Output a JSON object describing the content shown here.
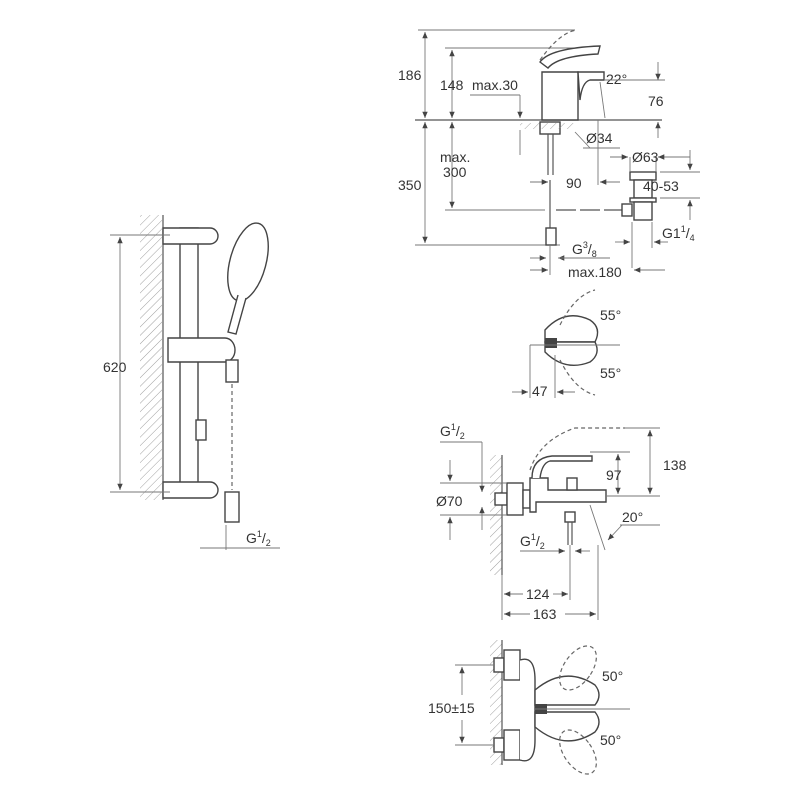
{
  "shower_set": {
    "height": "620",
    "connection": {
      "base": "G",
      "num": "1",
      "den": "2"
    }
  },
  "basin_mixer": {
    "total_height": "186",
    "body_height": "148",
    "max_deck_thickness": "max.30",
    "spout_angle": "22°",
    "spout_height": "76",
    "hole_diameter": "Ø34",
    "max_label": "max.",
    "max_value": "300",
    "below_deck": "350",
    "spout_reach": "90",
    "waste_diameter": "Ø63",
    "waste_range": "40-53",
    "waste_thread": {
      "base": "G1",
      "num": "1",
      "den": "4"
    },
    "supply_thread": {
      "base": "G",
      "num": "3",
      "den": "8"
    },
    "max_width": "max.180"
  },
  "basin_top_view": {
    "angle_upper": "55°",
    "angle_lower": "55°",
    "offset": "47"
  },
  "bath_mixer": {
    "inlet_thread": {
      "base": "G",
      "num": "1",
      "den": "2"
    },
    "rosette_diameter": "Ø70",
    "spout_height": "97",
    "total_height": "138",
    "spout_angle": "20°",
    "outlet_thread": {
      "base": "G",
      "num": "1",
      "den": "2"
    },
    "outlet_reach": "124",
    "spout_reach": "163"
  },
  "bath_top_view": {
    "centres": "150±15",
    "angle_upper": "50°",
    "angle_lower": "50°"
  }
}
